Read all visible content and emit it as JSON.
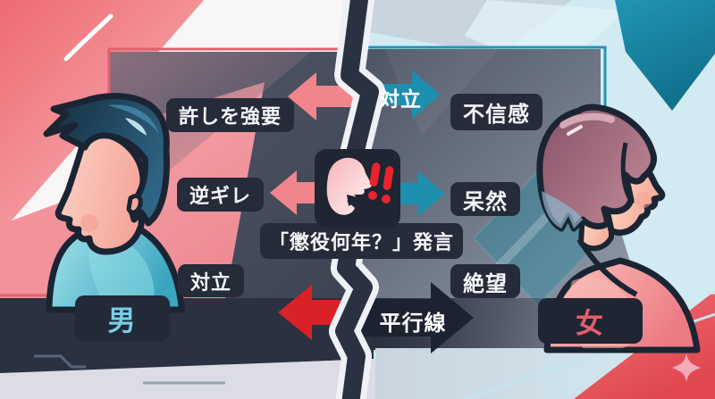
{
  "figure": {
    "type": "relationship-conflict-infographic",
    "statement": "「懲役何年？」発言",
    "man": {
      "name": "男",
      "labels": [
        "許しを強要",
        "逆ギレ",
        "対立"
      ]
    },
    "woman": {
      "name": "女",
      "labels": [
        "不信感",
        "呆然",
        "絶望"
      ]
    },
    "arrows": {
      "top_right_label": "対立",
      "bottom_right_label": "平行線"
    },
    "icons": {
      "center": "speaking-face-exclamation-icon",
      "bottom_right": "sparkle-icon",
      "divider": "lightning-crack-icon"
    },
    "colors": {
      "man_accent": "#79cde6",
      "woman_accent": "#e25f6b",
      "pink_arrow": "#f2848d",
      "teal_arrow": "#1e8fae",
      "red_arrow": "#d92127",
      "dark_arrow": "#1c2330",
      "chip_bg": "#252b39",
      "left_bg": "#ef6a72",
      "right_bg": "#d2ebf3"
    }
  }
}
